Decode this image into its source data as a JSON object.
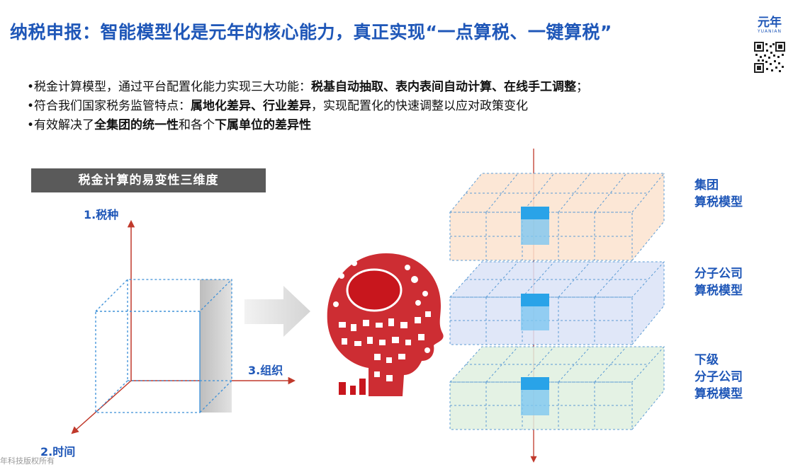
{
  "slide": {
    "title": "纳税申报：智能模型化是元年的核心能力，真正实现“一点算税、一键算税”",
    "logo": {
      "cn": "元年",
      "en": "YUANIAN"
    },
    "bullets": [
      {
        "parts": [
          {
            "text": "•税金计算模型，通过平台配置化能力实现三大功能：",
            "bold": false
          },
          {
            "text": "税基自动抽取、表内表间自动计算、在线手工调整",
            "bold": true
          },
          {
            "text": "；",
            "bold": false
          }
        ]
      },
      {
        "parts": [
          {
            "text": "•符合我们国家税务监管特点：",
            "bold": false
          },
          {
            "text": "属地化差异、行业差异",
            "bold": true
          },
          {
            "text": "，实现配置化的快速调整以应对政策变化",
            "bold": false
          }
        ]
      },
      {
        "parts": [
          {
            "text": "•有效解决了",
            "bold": false
          },
          {
            "text": "全集团的统一性",
            "bold": true
          },
          {
            "text": "和各个",
            "bold": false
          },
          {
            "text": "下属单位的差异性",
            "bold": true
          }
        ]
      }
    ],
    "dimension_banner": "税金计算的易变性三维度",
    "axes": {
      "y_label": "1.税种",
      "x_label": "3.组织",
      "z_label": "2.时间"
    },
    "models": [
      {
        "lines": [
          "集团",
          "算税模型"
        ]
      },
      {
        "lines": [
          "分子公司",
          "算税模型"
        ]
      },
      {
        "lines": [
          "下级",
          "分子公司",
          "算税模型"
        ]
      }
    ],
    "footer": "年科技版权所有",
    "colors": {
      "title_blue": "#1f57b8",
      "axis_red": "#c0392b",
      "head_red": "#c8161d",
      "highlight_cube": "#29a3e8",
      "banner_gray": "#5a5a5a"
    }
  }
}
